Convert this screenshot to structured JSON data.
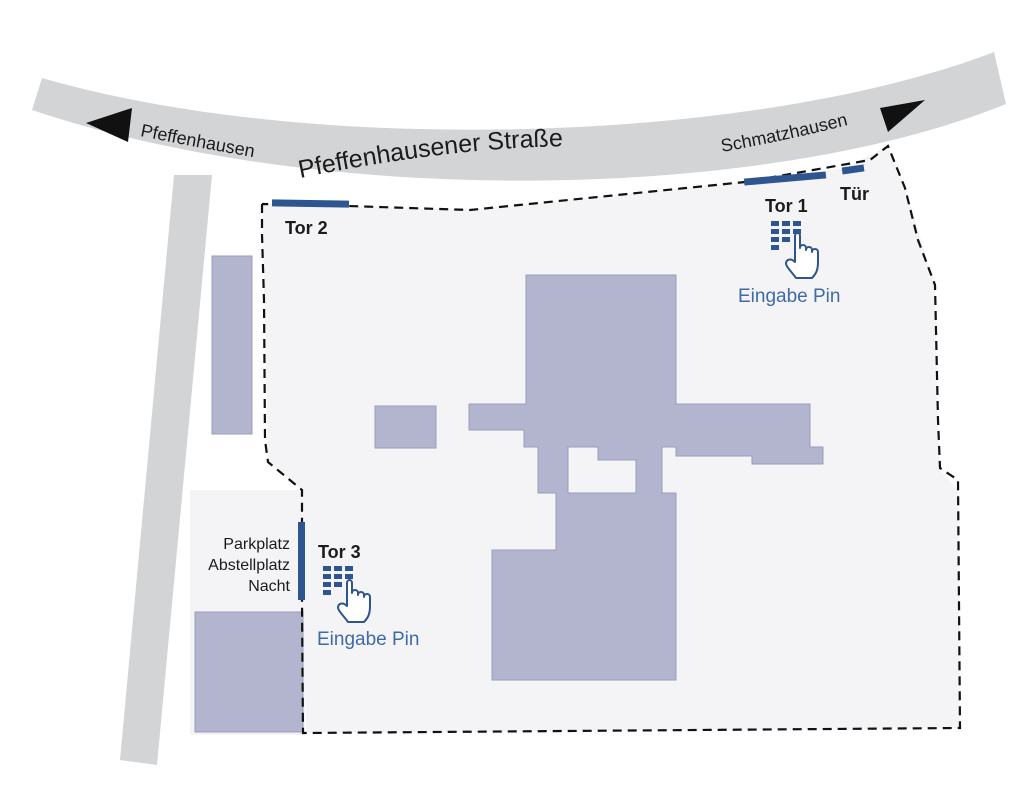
{
  "streets": {
    "main": "Pfeffenhausener Straße",
    "direction_left": "Pfeffenhausen",
    "direction_right": "Schmatzhausen"
  },
  "gates": {
    "tor1": "Tor 1",
    "tuer": "Tür",
    "tor2": "Tor 2",
    "tor3": "Tor 3"
  },
  "parking": {
    "line1": "Parkplatz",
    "line2": "Abstellplatz",
    "line3": "Nacht"
  },
  "pin_entry": {
    "tor1": "Eingabe Pin",
    "tor3": "Eingabe Pin"
  },
  "colors": {
    "road": "#d3d4d6",
    "building": "#b3b5cf",
    "gate": "#2e5590",
    "pin_text": "#3f6aa8",
    "fence": "#111111"
  },
  "icons": [
    "arrow-left-icon",
    "arrow-right-icon",
    "keypad-icon",
    "hand-pointer-icon"
  ]
}
